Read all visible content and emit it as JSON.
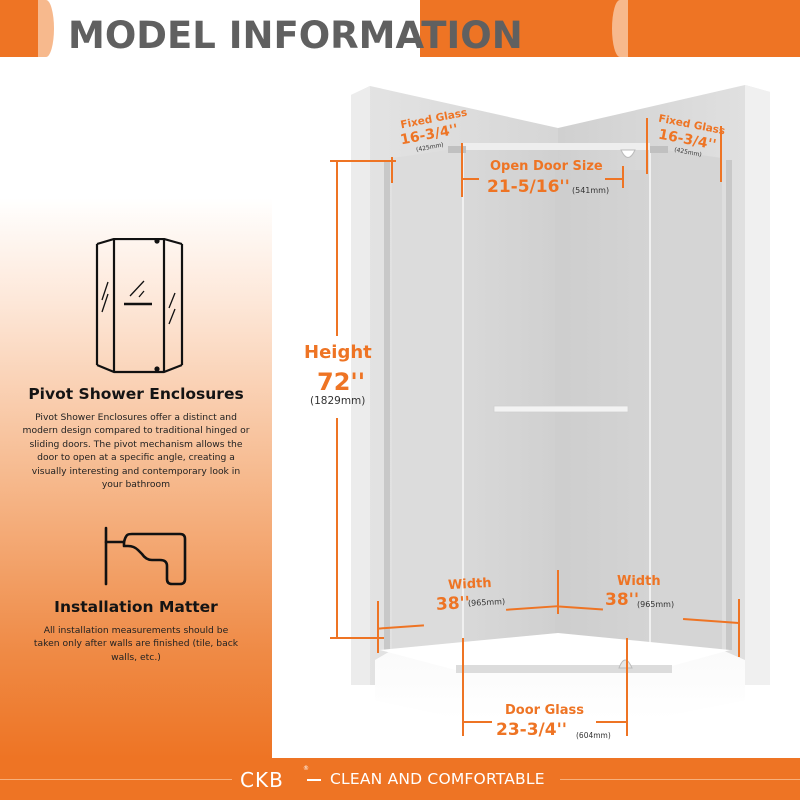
{
  "header": {
    "title": "MODEL INFORMATION",
    "accent_color": "#ee7424",
    "title_color": "#606060"
  },
  "features": [
    {
      "icon": "pivot-shower-enclosure-icon",
      "title": "Pivot Shower Enclosures",
      "description": "Pivot Shower Enclosures offer a distinct and modern design compared to traditional hinged or sliding doors. The pivot mechanism allows the door to open at a specific angle, creating a visually interesting and contemporary look in your bathroom"
    },
    {
      "icon": "wall-profile-icon",
      "title": "Installation Matter",
      "description": "All installation measurements should be taken only after walls are finished (tile, back walls, etc.)"
    }
  ],
  "dimensions": {
    "fixed_glass_left": {
      "label": "Fixed Glass",
      "value": "16-3/4''",
      "mm": "(425mm)"
    },
    "fixed_glass_right": {
      "label": "Fixed Glass",
      "value": "16-3/4''",
      "mm": "(425mm)"
    },
    "open_door": {
      "label": "Open Door Size",
      "value": "21-5/16''",
      "mm": "(541mm)"
    },
    "height": {
      "label": "Height",
      "value": "72''",
      "mm": "(1829mm)"
    },
    "width_left": {
      "label": "Width",
      "value": "38''",
      "mm": "(965mm)"
    },
    "width_right": {
      "label": "Width",
      "value": "38''",
      "mm": "(965mm)"
    },
    "door_glass": {
      "label": "Door Glass",
      "value": "23-3/4''",
      "mm": "(604mm)"
    }
  },
  "footer": {
    "logo": "CKB",
    "registered": "®",
    "tagline": "CLEAN AND COMFORTABLE"
  }
}
